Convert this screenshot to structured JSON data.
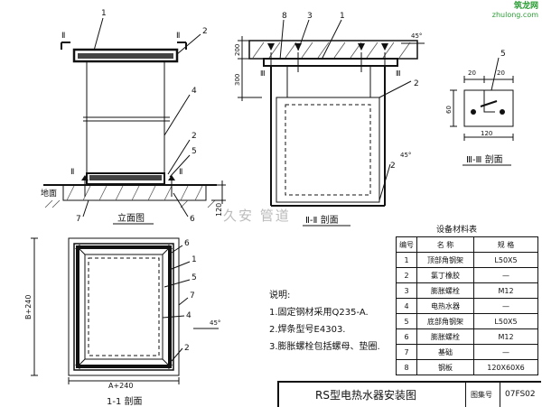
{
  "labels": {
    "elevation_view": "立面图",
    "section_22": "Ⅱ-Ⅱ 剖面",
    "section_33": "Ⅲ-Ⅲ 剖面",
    "section_11": "1-1 剖面",
    "ground": "地面",
    "roman_2": "Ⅱ",
    "roman_3": "Ⅲ",
    "dim_120": "120",
    "dim_200": "200",
    "dim_300": "300",
    "dim_20": "20",
    "dim_60": "60",
    "dim_a240": "A+240",
    "dim_b240": "B+240",
    "angle_45": "45°",
    "callout_1": "1",
    "callout_2": "2",
    "callout_3": "3",
    "callout_4": "4",
    "callout_5": "5",
    "callout_6": "6",
    "callout_7": "7",
    "callout_8": "8"
  },
  "notes": {
    "heading": "说明:",
    "items": [
      "1.固定钢材采用Q235-A.",
      "2.焊条型号E4303.",
      "3.膨胀螺栓包括螺母、垫圈."
    ]
  },
  "table": {
    "title": "设备材料表",
    "headers": [
      "编号",
      "名  称",
      "规  格"
    ],
    "rows": [
      [
        "1",
        "顶部角钢架",
        "L50X5"
      ],
      [
        "2",
        "氯丁橡胶",
        "—"
      ],
      [
        "3",
        "膨胀螺栓",
        "M12"
      ],
      [
        "4",
        "电热水器",
        "—"
      ],
      [
        "5",
        "底部角钢架",
        "L50X5"
      ],
      [
        "6",
        "膨胀螺栓",
        "M12"
      ],
      [
        "7",
        "基础",
        "—"
      ],
      [
        "8",
        "钢板",
        "120X60X6"
      ]
    ]
  },
  "title_block": {
    "title": "RS型电热水器安装图",
    "label": "图集号",
    "number": "07FS02"
  },
  "logo": {
    "line1": "筑龙网",
    "line2": "zhulong.com"
  },
  "watermark": "久安  管道"
}
